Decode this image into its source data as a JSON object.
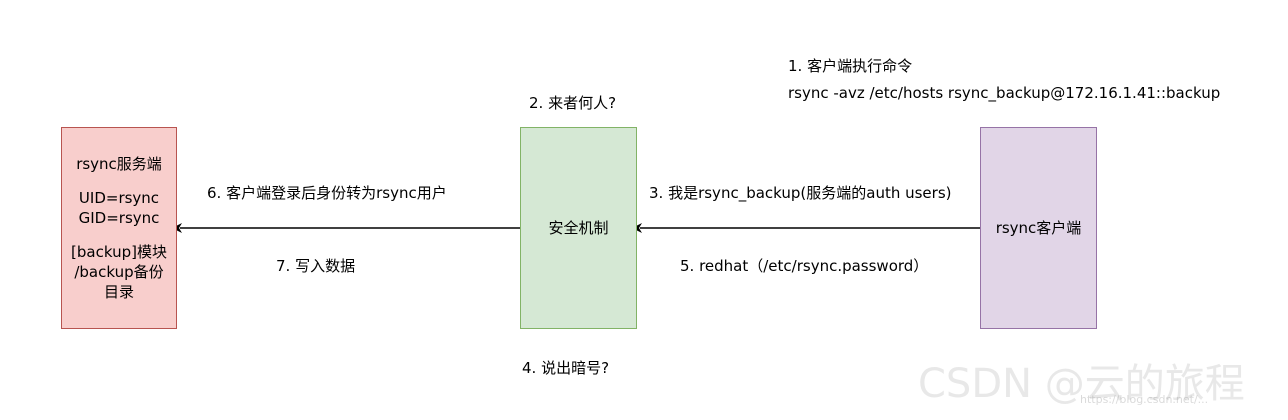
{
  "nodes": {
    "server": {
      "title": "rsync服务端",
      "uid": "UID=rsync",
      "gid": "GID=rsync",
      "module": "[backup]模块",
      "dir_line1": "/backup备份",
      "dir_line2": "目录"
    },
    "security": {
      "label": "安全机制"
    },
    "client": {
      "label": "rsync客户端"
    }
  },
  "steps": {
    "step1_title": "1. 客户端执行命令",
    "step1_command": "rsync -avz /etc/hosts rsync_backup@172.16.1.41::backup",
    "step2": "2. 来者何人?",
    "step3": "3. 我是rsync_backup(服务端的auth users)",
    "step4": "4. 说出暗号?",
    "step5": "5. redhat（/etc/rsync.password）",
    "step6": "6. 客户端登录后身份转为rsync用户",
    "step7": "7. 写入数据"
  },
  "watermark": {
    "text": "CSDN @云的旅程",
    "url": "https://blog.csdn.net/..."
  },
  "colors": {
    "server_fill": "#f8cecc",
    "server_stroke": "#b85450",
    "security_fill": "#d5e8d4",
    "security_stroke": "#82b366",
    "client_fill": "#e1d5e7",
    "client_stroke": "#9673a6",
    "arrow": "#000000"
  }
}
